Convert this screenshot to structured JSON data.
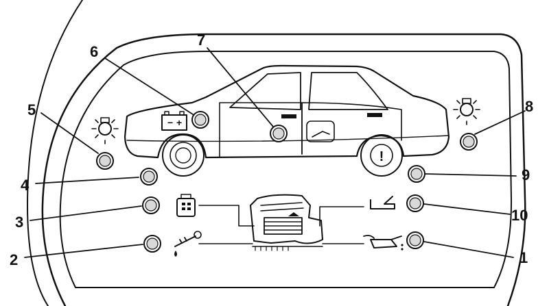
{
  "callouts": [
    {
      "id": "1",
      "label": "1"
    },
    {
      "id": "2",
      "label": "2"
    },
    {
      "id": "3",
      "label": "3"
    },
    {
      "id": "4",
      "label": "4"
    },
    {
      "id": "5",
      "label": "5"
    },
    {
      "id": "6",
      "label": "6"
    },
    {
      "id": "7",
      "label": "7"
    },
    {
      "id": "8",
      "label": "8"
    },
    {
      "id": "9",
      "label": "9"
    },
    {
      "id": "10",
      "label": "10"
    }
  ],
  "battery_symbol": {
    "minus": "−",
    "plus": "+"
  },
  "icons": [
    "car-side-icon",
    "battery-icon",
    "light-bulb-icon",
    "coolant-tank-icon",
    "engine-icon",
    "oil-level-icon",
    "oil-can-icon",
    "brake-fluid-icon",
    "door-handle-icon",
    "wheel-icon"
  ],
  "colors": {
    "line": "#111111",
    "background": "#ffffff",
    "lamp_fill": "#d9d9d9"
  }
}
